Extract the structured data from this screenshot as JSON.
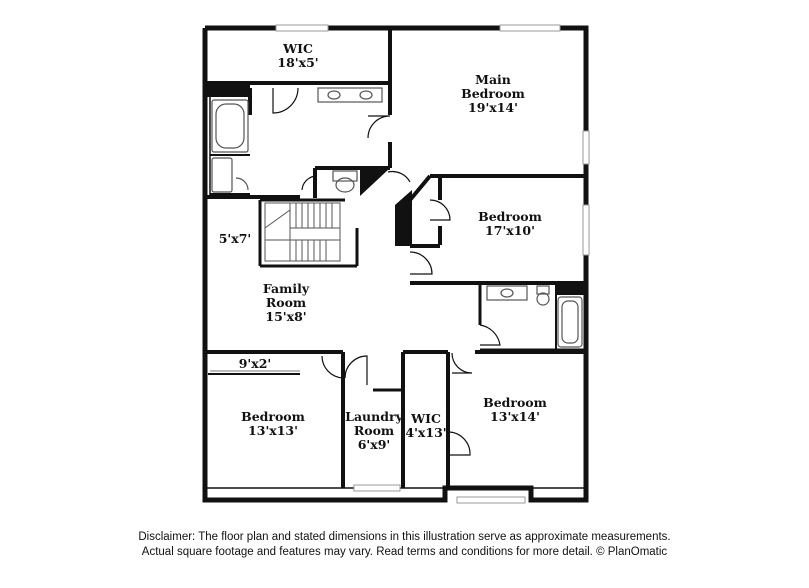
{
  "rooms": {
    "wic_top": {
      "name": "WIC",
      "dims": "18'x5'"
    },
    "main_bedroom": {
      "name_line1": "Main",
      "name_line2": "Bedroom",
      "dims": "19'x14'"
    },
    "bedroom_right": {
      "name": "Bedroom",
      "dims": "17'x10'"
    },
    "small_room": {
      "dims": "5'x7'"
    },
    "family_room": {
      "name_line1": "Family",
      "name_line2": "Room",
      "dims": "15'x8'"
    },
    "closet_left": {
      "dims": "9'x2'"
    },
    "bedroom_bottom_left": {
      "name": "Bedroom",
      "dims": "13'x13'"
    },
    "laundry_room": {
      "name_line1": "Laundry",
      "name_line2": "Room",
      "dims": "6'x9'"
    },
    "wic_bottom": {
      "name": "WIC",
      "dims": "4'x13'"
    },
    "bedroom_bottom_right": {
      "name": "Bedroom",
      "dims": "13'x14'"
    }
  },
  "disclaimer": {
    "line1": "Disclaimer: The floor plan and stated dimensions in this illustration serve as approximate measurements.",
    "line2": "Actual square footage and features may vary. Read terms and conditions for more detail. © PlanOmatic"
  },
  "colors": {
    "wall": "#111111",
    "fixture": "#555555",
    "window": "#bfbfbf"
  }
}
